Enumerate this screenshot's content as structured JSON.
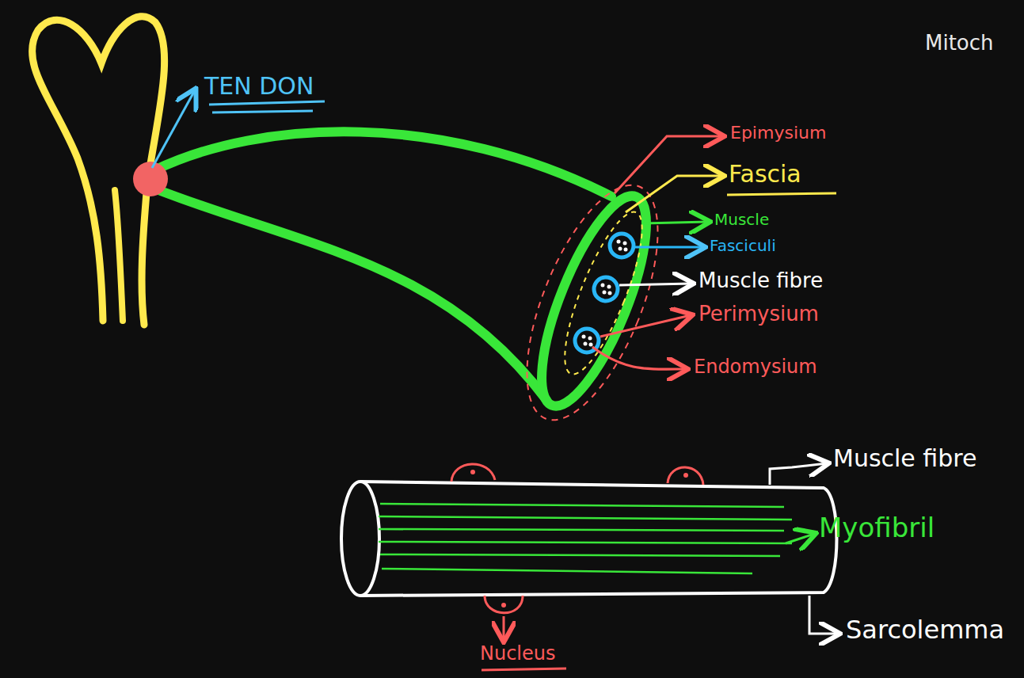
{
  "diagram": {
    "labels": [
      "TEN DON",
      "Epimysium",
      "Fascia",
      "Muscle",
      "Fasciculi",
      "Muscle fibre",
      "Perimysium",
      "Endomysium",
      "Muscle fibre",
      "Myofibril",
      "Sarcolemma",
      "Nucleus",
      "Mitoch"
    ]
  }
}
